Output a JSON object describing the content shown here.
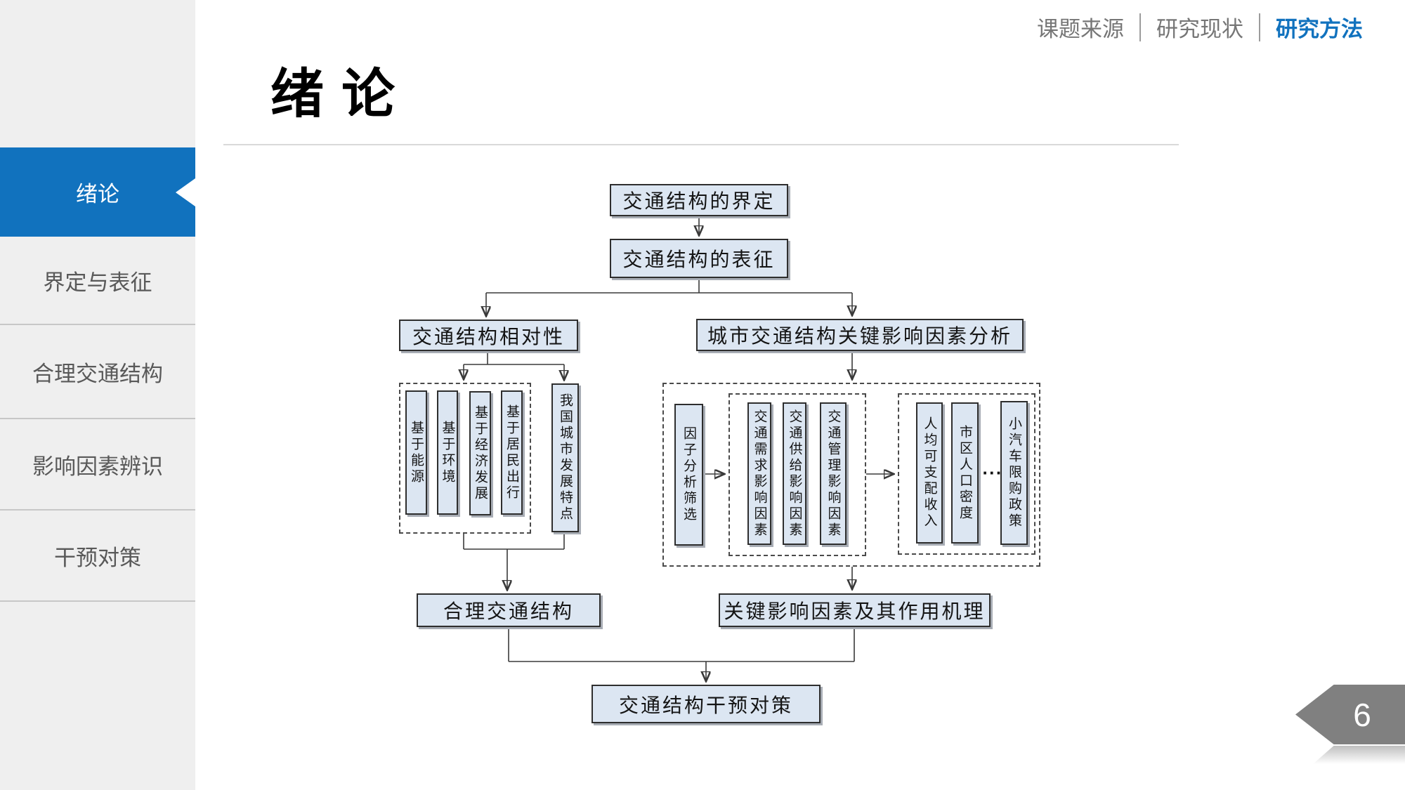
{
  "top_nav": {
    "items": [
      {
        "label": "课题来源",
        "active": false
      },
      {
        "label": "研究现状",
        "active": false
      },
      {
        "label": "研究方法",
        "active": true
      }
    ]
  },
  "sidebar": {
    "items": [
      {
        "label": "绪论",
        "active": true
      },
      {
        "label": "界定与表征",
        "active": false
      },
      {
        "label": "合理交通结构",
        "active": false
      },
      {
        "label": "影响因素辨识",
        "active": false
      },
      {
        "label": "干预对策",
        "active": false
      }
    ]
  },
  "header": {
    "title": "绪 论"
  },
  "diagram": {
    "define": "交通结构的界定",
    "characterize": "交通结构的表征",
    "relativity": "交通结构相对性",
    "analysis": "城市交通结构关键影响因素分析",
    "energy": "基于能源",
    "environment": "基于环境",
    "economy": "基于经济发展",
    "resident_travel": "基于居民出行",
    "china_urban": "我国城市发展特点",
    "factor_screening": "因子分析筛选",
    "demand": "交通需求影响因素",
    "supply": "交通供给影响因素",
    "management": "交通管理影响因素",
    "income": "人均可支配收入",
    "density": "市区人口密度",
    "ellipsis": "···",
    "car_policy": "小汽车限购政策",
    "rational": "合理交通结构",
    "mechanism": "关键影响因素及其作用机理",
    "intervention": "交通结构干预对策"
  },
  "page_badge": {
    "number": "6"
  },
  "colors": {
    "accent_blue": "#1172be",
    "sidebar_bg": "#efefef",
    "node_fill": "#dce6f2",
    "badge_gray": "#808080"
  }
}
